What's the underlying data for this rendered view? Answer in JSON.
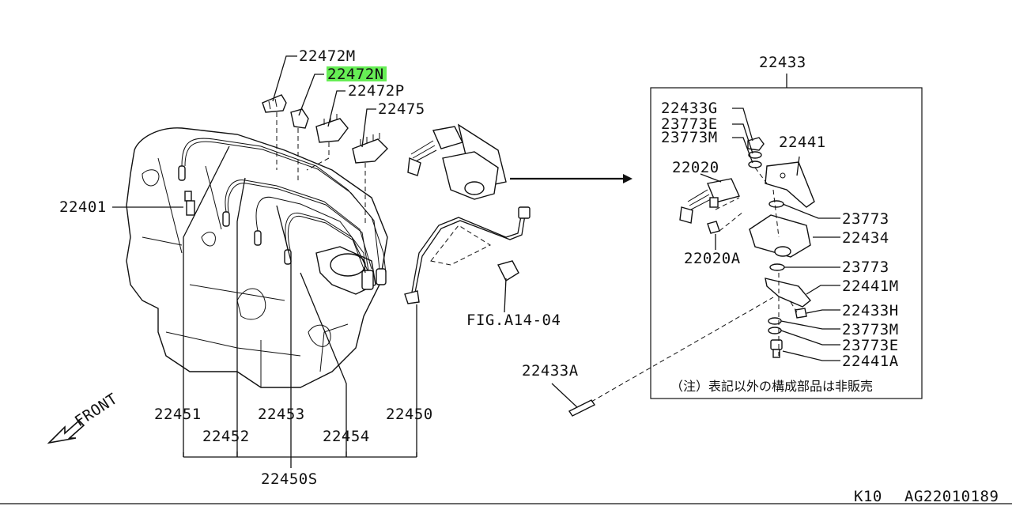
{
  "labels": {
    "p22472M": "22472M",
    "p22472N_prefix": "22472",
    "p22472N_suffix": "N",
    "p22472P": "22472P",
    "p22475": "22475",
    "p22401": "22401",
    "p22433": "22433",
    "p22433G": "22433G",
    "p23773E_top": "23773E",
    "p23773M_top": "23773M",
    "p22441": "22441",
    "p22020": "22020",
    "p23773_a": "23773",
    "p22434": "22434",
    "p22020A": "22020A",
    "p23773_b": "23773",
    "p22441M": "22441M",
    "p22433H": "22433H",
    "p23773M_bot": "23773M",
    "p23773E_bot": "23773E",
    "p22441A": "22441A",
    "p22433A": "22433A",
    "fig_ref": "FIG.A14-04",
    "p22451": "22451",
    "p22452": "22452",
    "p22453": "22453",
    "p22454": "22454",
    "p22450": "22450",
    "p22450S": "22450S",
    "front": "FRONT"
  },
  "note": "（注）表記以外の構成部品は非販売",
  "footer": {
    "page_code": "K10",
    "diagram_id": "AG22010189"
  },
  "colors": {
    "highlight": "#66ee55",
    "line": "#111111",
    "background": "#ffffff"
  }
}
